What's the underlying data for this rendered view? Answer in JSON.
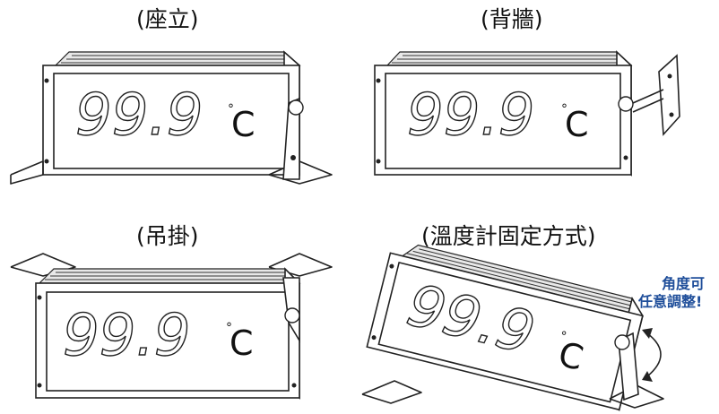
{
  "captions": {
    "desk": "(座立)",
    "wall": "(背牆)",
    "hang": "(吊掛)",
    "methods": "(溫度計固定方式)"
  },
  "display": {
    "reading": "99.9",
    "unit": "C",
    "degree": "°"
  },
  "note": {
    "line1": "角度可",
    "line2": "任意調整!"
  },
  "colors": {
    "note": "#1f4e9a",
    "line": "#222222"
  }
}
